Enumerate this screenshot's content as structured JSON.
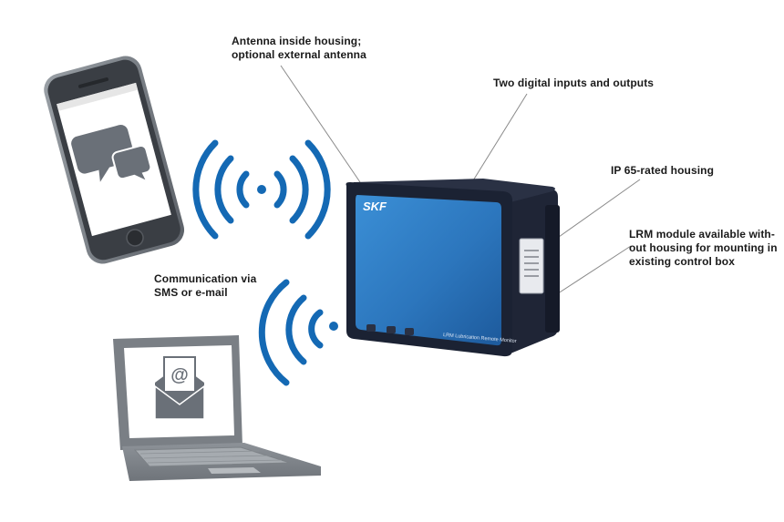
{
  "callouts": {
    "antenna": "Antenna inside housing;\noptional external antenna",
    "digital_io": "Two digital inputs and outputs",
    "ip65": "IP 65-rated housing",
    "lrm_module": "LRM module available with-\nout housing for mounting in\nexisting control box",
    "communication": "Communication via\nSMS or e-mail"
  },
  "device": {
    "brand_logo": "SKF",
    "product_label": "LRM Lubrication Remote Monitor"
  },
  "screens": {
    "laptop_symbol": "@"
  },
  "icons": [
    "smartphone-icon",
    "chat-bubbles-icon",
    "laptop-icon",
    "email-envelope-icon",
    "wireless-signal-icon"
  ],
  "colors": {
    "signal_blue": "#1469b4",
    "device_blue": "#2f7fc6",
    "housing_dark": "#1b2233",
    "icon_gray": "#6a7078"
  }
}
